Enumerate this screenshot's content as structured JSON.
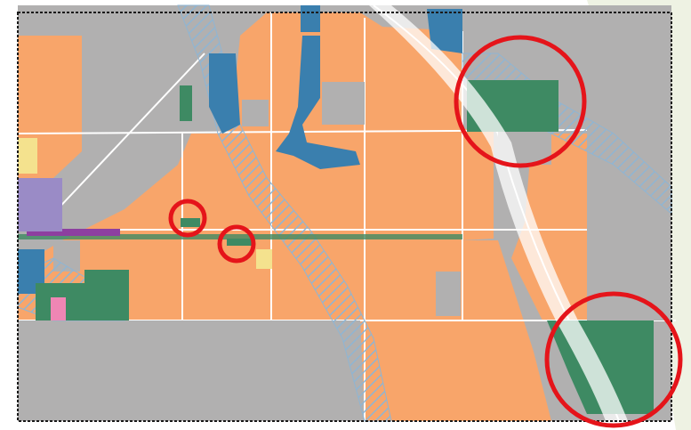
{
  "map": {
    "colors": {
      "residential": "#f8a56a",
      "unincorporated": "#b1b0b0",
      "open_space": "#3e8a63",
      "water": "#3a7fae",
      "floodplain_hatch": "#8fb5d3",
      "commercial": "#8d3fa0",
      "industrial": "#9a8bc6",
      "mixed_use": "#ef86b4",
      "school": "#f4e28e",
      "highlight_ring": "#e5141a",
      "streets": "#ffffff",
      "boundary": "#1a1a1a",
      "watermark": "#eef2e3"
    },
    "highlighted_areas": [
      {
        "label": "northeast-open-space"
      },
      {
        "label": "west-park-small"
      },
      {
        "label": "central-park-small"
      },
      {
        "label": "southeast-open-space"
      }
    ]
  }
}
